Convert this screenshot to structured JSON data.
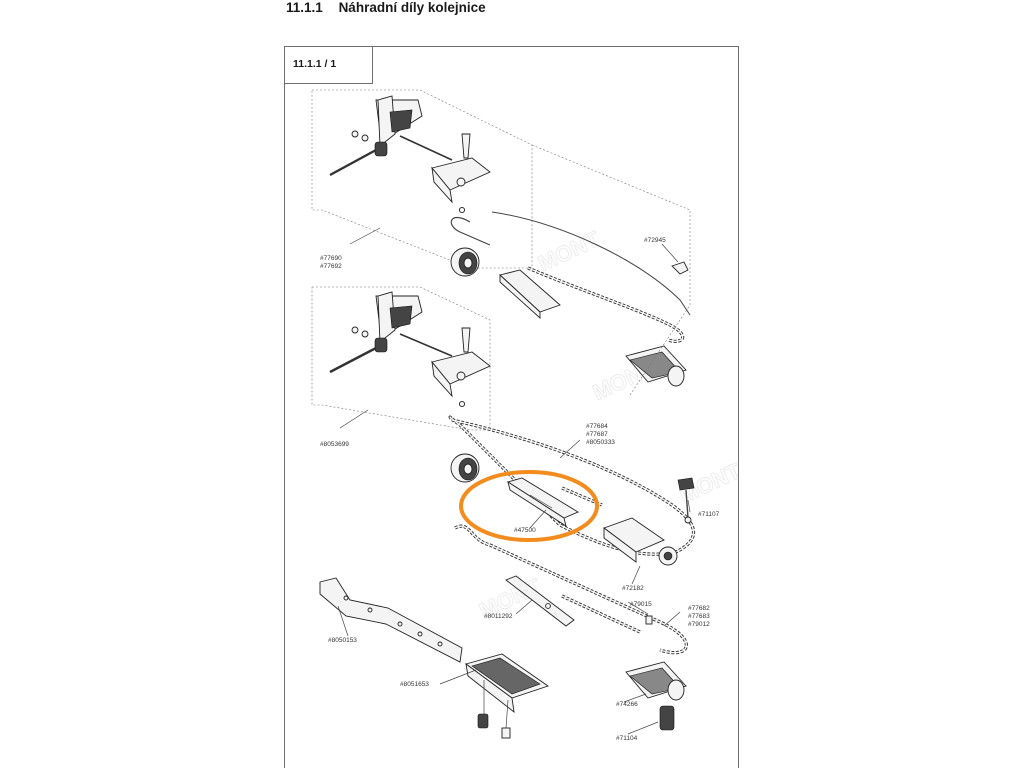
{
  "heading": {
    "number": "11.1.1",
    "title": "Náhradní díly kolejnice"
  },
  "figure": {
    "tab_label": "11.1.1 / 1"
  },
  "parts": {
    "p72945": "#72945",
    "p77690": "#77690",
    "p77692": "#77692",
    "p8053699": "#8053699",
    "p77684": "#77684",
    "p77687": "#77687",
    "p8050333": "#8050333",
    "p71107": "#71107",
    "p47500": "#47500",
    "p72182": "#72182",
    "p8011292": "#8011292",
    "p79015": "#79015",
    "p77682": "#77682",
    "p77683": "#77683",
    "p79012": "#79012",
    "p8050153": "#8050153",
    "p8051653": "#8051653",
    "p74266": "#74266",
    "p71104": "#71104"
  },
  "highlight": {
    "part": "#47500",
    "color": "#f28c1e"
  }
}
